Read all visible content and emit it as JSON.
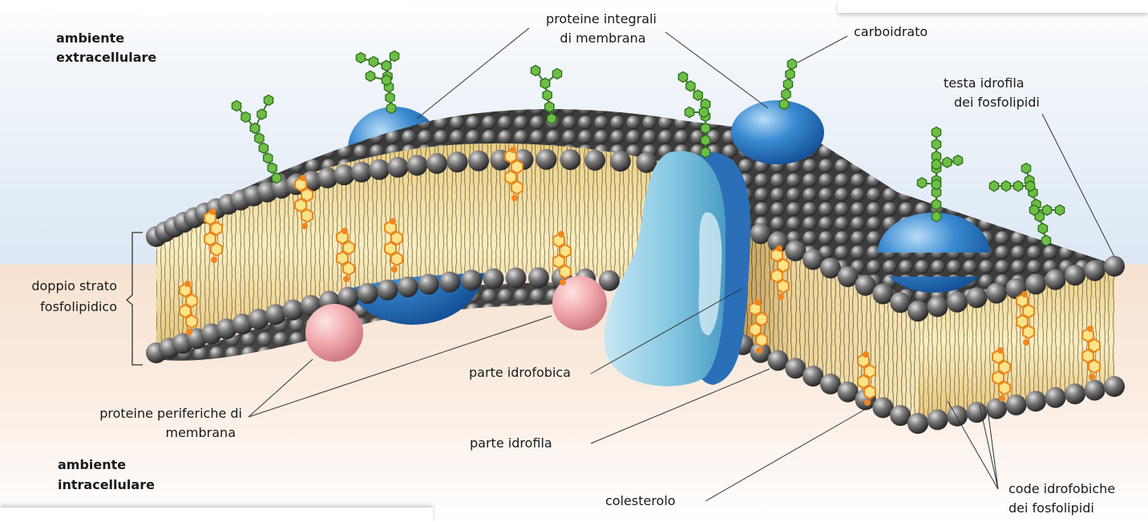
{
  "labels": {
    "extracellular_1": "ambiente",
    "extracellular_2": "extracellulare",
    "intracellular_1": "ambiente",
    "intracellular_2": "intracellulare",
    "integral_proteins_1": "proteine integrali",
    "integral_proteins_2": "di membrana",
    "carbohydrate": "carboidrato",
    "hydrophilic_head_1": "testa idrofila",
    "hydrophilic_head_2": "dei fosfolipidi",
    "bilayer_1": "doppio strato",
    "bilayer_2": "fosfolipidico",
    "hydrophobic_part": "parte idrofobica",
    "peripheral_proteins_1": "proteine periferiche di",
    "peripheral_proteins_2": "membrana",
    "hydrophilic_part": "parte idrofila",
    "cholesterol": "colesterolo",
    "hydrophobic_tails_1": "code idrofobiche",
    "hydrophobic_tails_2": "dei fosfolipidi"
  },
  "colors": {
    "head": "#6b6b6b",
    "tail_fill": "#f3dfa6",
    "integral_protein": "#2f7ec9",
    "channel_protein": "#8fcfe6",
    "peripheral_protein": "#f1a9ad",
    "carbohydrate": "#5aa63a",
    "cholesterol": "#f3a43a"
  }
}
